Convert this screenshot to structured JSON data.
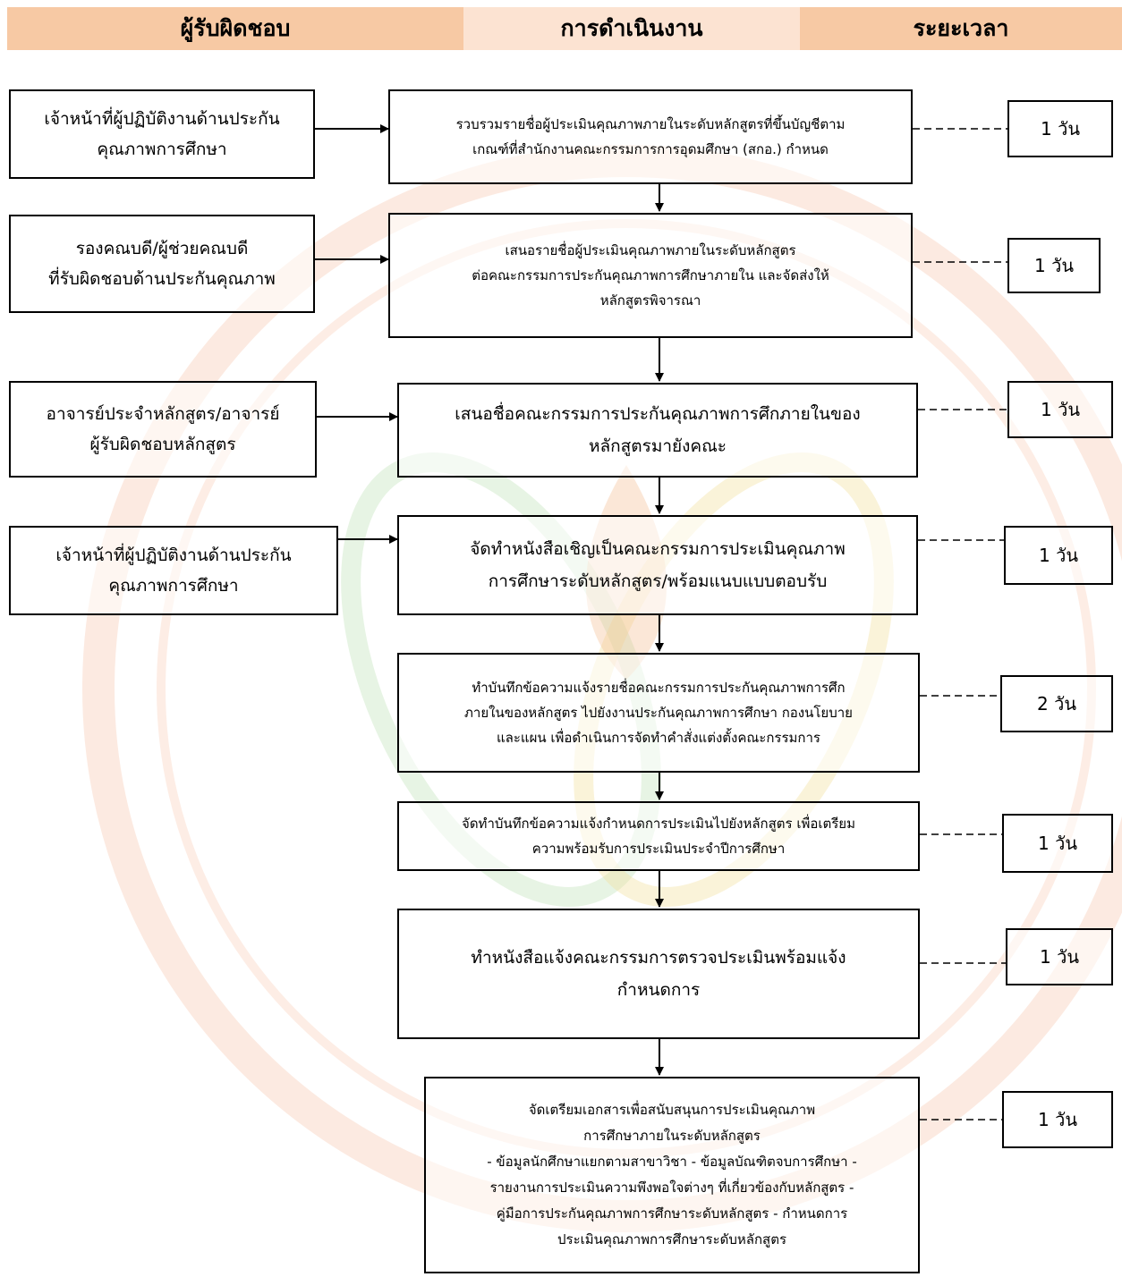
{
  "headers": {
    "responsible": "ผู้รับผิดชอบ",
    "operation": "การดำเนินงาน",
    "duration": "ระยะเวลา"
  },
  "responsible": [
    [
      "เจ้าหน้าที่ผู้ปฏิบัติงานด้านประกัน",
      "คุณภาพการศึกษา"
    ],
    [
      "รองคณบดี/ผู้ช่วยคณบดี",
      "ที่รับผิดชอบด้านประกันคุณภาพ"
    ],
    [
      "อาจารย์ประจำหลักสูตร/อาจารย์",
      "ผู้รับผิดชอบหลักสูตร"
    ],
    [
      "เจ้าหน้าที่ผู้ปฏิบัติงานด้านประกัน",
      "คุณภาพการศึกษา"
    ]
  ],
  "steps": [
    [
      "รวบรวมรายชื่อผู้ประเมินคุณภาพภายในระดับหลักสูตรที่ขึ้นบัญชีตาม",
      "เกณฑ์ที่สำนักงานคณะกรรมการการอุดมศึกษา (สกอ.) กำหนด"
    ],
    [
      "เสนอรายชื่อผู้ประเมินคุณภาพภายในระดับหลักสูตร",
      "ต่อคณะกรรมการประกันคุณภาพการศึกษาภายใน และจัดส่งให้",
      "หลักสูตรพิจารณา"
    ],
    [
      "เสนอชื่อคณะกรรมการประกันคุณภาพการศึกภายในของ",
      "หลักสูตรมายังคณะ"
    ],
    [
      "จัดทำหนังสือเชิญเป็นคณะกรรมการประเมินคุณภาพ",
      "การศึกษาระดับหลักสูตร/พร้อมแนบแบบตอบรับ"
    ],
    [
      "ทำบันทึกข้อความแจ้งรายชื่อคณะกรรมการประกันคุณภาพการศึก",
      "ภายในของหลักสูตร ไปยังงานประกันคุณภาพการศึกษา กองนโยบาย",
      "และแผน เพื่อดำเนินการจัดทำคำสั่งแต่งตั้งคณะกรรมการ"
    ],
    [
      "จัดทำบันทึกข้อความแจ้งกำหนดการประเมินไปยังหลักสูตร เพื่อเตรียม",
      "ความพร้อมรับการประเมินประจำปีการศึกษา"
    ],
    [
      "ทำหนังสือแจ้งคณะกรรมการตรวจประเมินพร้อมแจ้ง",
      "กำหนดการ"
    ],
    [
      "จัดเตรียมเอกสารเพื่อสนับสนุนการประเมินคุณภาพ",
      "การศึกษาภายในระดับหลักสูตร",
      "- ข้อมูลนักศึกษาแยกตามสาขาวิชา  - ข้อมูลบัณฑิตจบการศึกษา  -",
      "รายงานการประเมินความพึงพอใจต่างๆ ที่เกี่ยวข้องกับหลักสูตร  -",
      "คู่มือการประกันคุณภาพการศึกษาระดับหลักสูตร  - กำหนดการ",
      "ประเมินคุณภาพการศึกษาระดับหลักสูตร"
    ]
  ],
  "durations": [
    "1 วัน",
    "1 วัน",
    "1 วัน",
    "1 วัน",
    "2 วัน",
    "1 วัน",
    "1 วัน",
    "1 วัน"
  ],
  "colors": {
    "header_left": "#f7c9a4",
    "header_mid": "#fce3d2",
    "header_right": "#f7c9a4",
    "watermark": "#f0a585"
  }
}
